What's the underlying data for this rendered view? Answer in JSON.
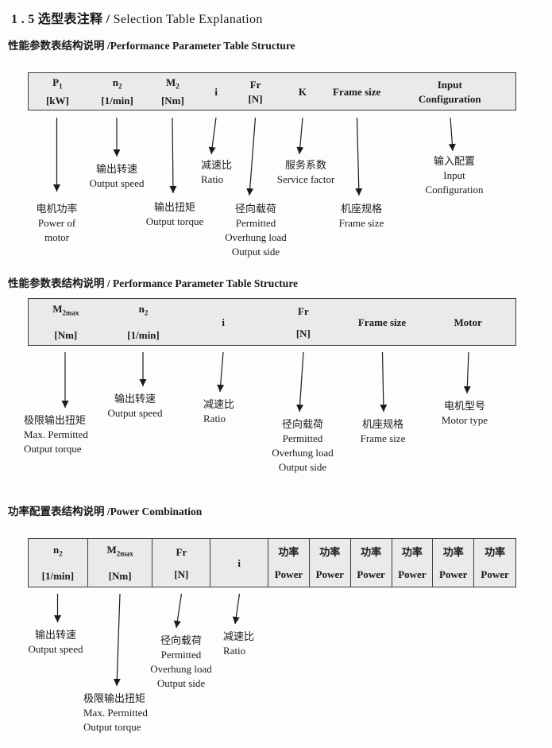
{
  "page": {
    "title_zh": "1 . 5 选型表注释 /",
    "title_en": " Selection Table Explanation"
  },
  "colors": {
    "header_bg": "#eaeaea",
    "border": "#3c3c3c",
    "text": "#1a1a1a"
  },
  "section1": {
    "heading": "性能参数表结构说明 /Performance Parameter Table Structure",
    "columns": [
      {
        "base": "P",
        "sub": "1",
        "unit": "[kW]"
      },
      {
        "base": "n",
        "sub": "2",
        "unit": "[1/min]"
      },
      {
        "base": "M",
        "sub": "2",
        "unit": "[Nm]"
      },
      {
        "base": "i"
      },
      {
        "base": "Fr",
        "unit": "[N]"
      },
      {
        "base": "K"
      },
      {
        "base": "Frame size"
      },
      {
        "base": "Input",
        "unit": "Configuration"
      }
    ],
    "labels": [
      {
        "l1": "电机功率",
        "l2": "Power of",
        "l3": "motor"
      },
      {
        "l1": "输出转速",
        "l2": "Output speed"
      },
      {
        "l1": "输出扭矩",
        "l2": "Output torque"
      },
      {
        "l1": "减速比",
        "l2": "Ratio"
      },
      {
        "l1": "径向载荷",
        "l2": "Permitted",
        "l3": "Overhung load",
        "l4": "Output side"
      },
      {
        "l1": "服务系数",
        "l2": "Service factor"
      },
      {
        "l1": "机座规格",
        "l2": "Frame size"
      },
      {
        "l1": "输入配置",
        "l2": "Input",
        "l3": "Configuration"
      }
    ]
  },
  "section2": {
    "heading": "性能参数表结构说明 / Performance Parameter Table Structure",
    "columns": [
      {
        "base": "M",
        "sub": "2max",
        "unit": "[Nm]"
      },
      {
        "base": "n",
        "sub": "2",
        "unit": "[1/min]"
      },
      {
        "base": "i"
      },
      {
        "base": "Fr",
        "unit": "[N]"
      },
      {
        "base": "Frame size"
      },
      {
        "base": "Motor"
      }
    ],
    "labels": [
      {
        "l1": "极限输出扭矩",
        "l2": "Max. Permitted",
        "l3": "Output torque"
      },
      {
        "l1": "输出转速",
        "l2": "Output speed"
      },
      {
        "l1": "减速比",
        "l2": "Ratio"
      },
      {
        "l1": "径向载荷",
        "l2": "Permitted",
        "l3": "Overhung load",
        "l4": "Output side"
      },
      {
        "l1": "机座规格",
        "l2": "Frame size"
      },
      {
        "l1": "电机型号",
        "l2": "Motor type"
      }
    ]
  },
  "section3": {
    "heading": "功率配置表结构说明 /Power Combination",
    "columns": [
      {
        "base": "n",
        "sub": "2",
        "unit": "[1/min]"
      },
      {
        "base": "M",
        "sub": "2max",
        "unit": "[Nm]"
      },
      {
        "base": "Fr",
        "unit": "[N]"
      },
      {
        "base": "i"
      }
    ],
    "power_cell": {
      "zh": "功率",
      "en": "Power"
    },
    "power_count": 6,
    "labels": [
      {
        "l1": "输出转速",
        "l2": "Output speed"
      },
      {
        "l1": "极限输出扭矩",
        "l2": "Max. Permitted",
        "l3": "Output torque"
      },
      {
        "l1": "径向载荷",
        "l2": "Permitted",
        "l3": "Overhung load",
        "l4": "Output side"
      },
      {
        "l1": "减速比",
        "l2": "Ratio"
      }
    ]
  }
}
